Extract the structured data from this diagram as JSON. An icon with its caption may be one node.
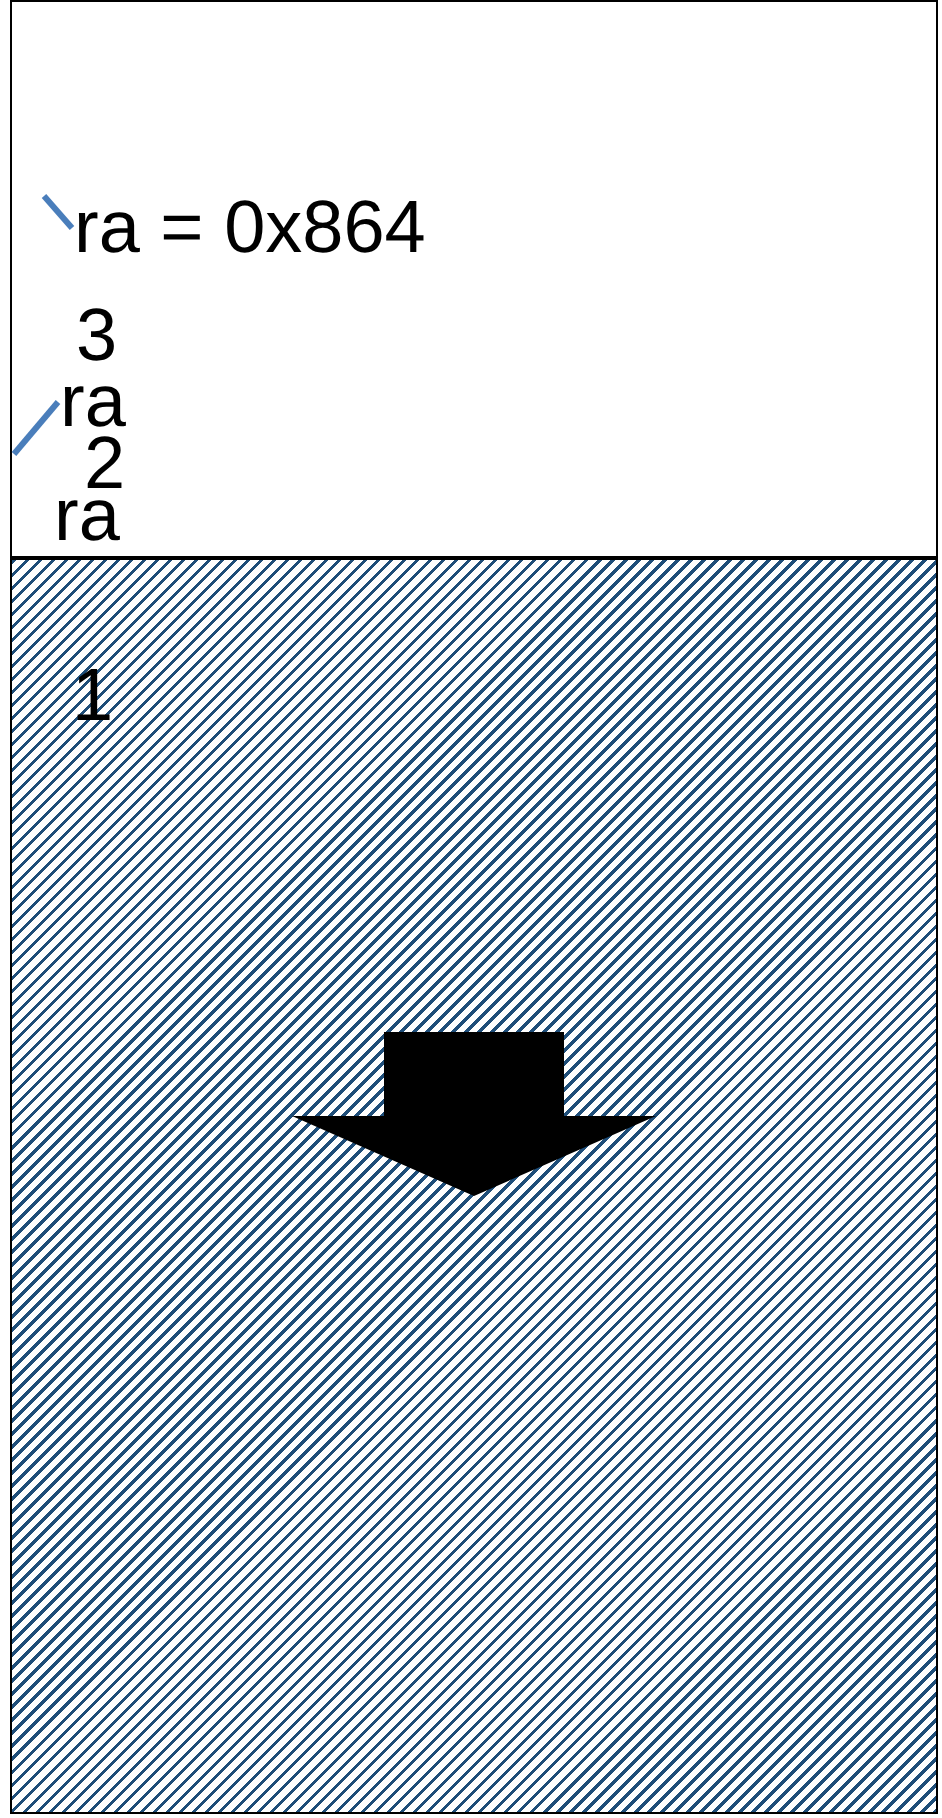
{
  "diagram": {
    "nodes": [
      {
        "text": [],
        "shape": "box"
      },
      {
        "text": [],
        "shape": "box"
      },
      {
        "text": [
          "ra = 0x864"
        ],
        "in": 0
      },
      {
        "text": [
          "ra"
        ],
        "in": 0
      }
    ],
    "edges": [
      {
        "from": null,
        "to": 2,
        "arrow": "none"
      },
      {
        "from": null,
        "to": 3,
        "arrow": "none"
      }
    ],
    "labels": [
      "3",
      "2",
      "ra",
      "1"
    ]
  }
}
